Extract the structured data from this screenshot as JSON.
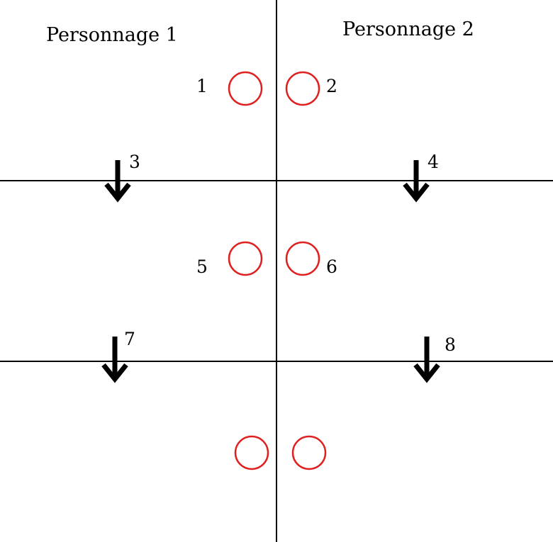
{
  "headers": {
    "left": "Personnage 1",
    "right": "Personnage 2"
  },
  "labels": {
    "n1": "1",
    "n2": "2",
    "n3": "3",
    "n4": "4",
    "n5": "5",
    "n6": "6",
    "n7": "7",
    "n8": "8"
  },
  "colors": {
    "circle": "#e02020",
    "lines": "#000000"
  }
}
